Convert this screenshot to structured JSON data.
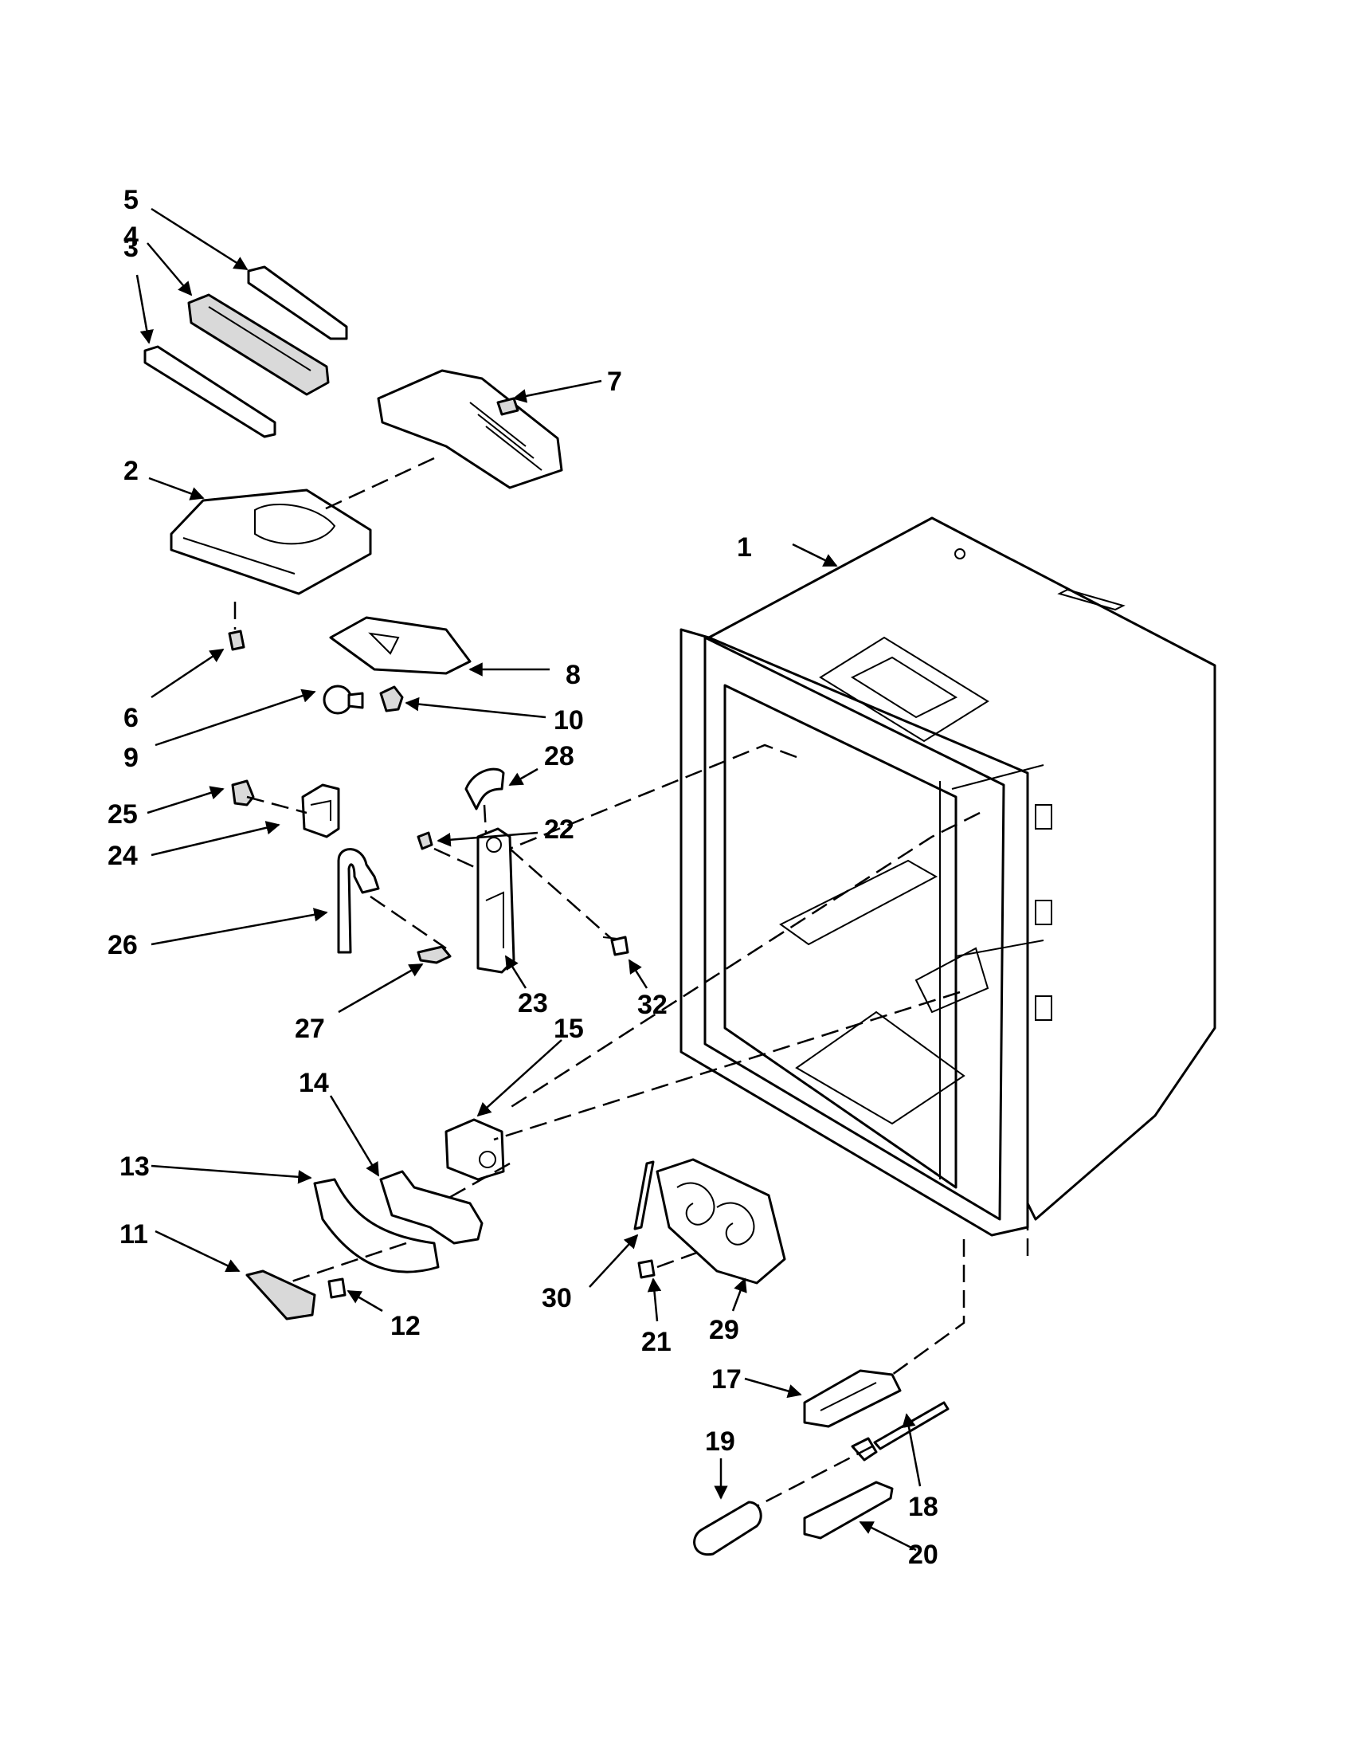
{
  "diagram": {
    "callouts": [
      "1",
      "2",
      "3",
      "4",
      "5",
      "6",
      "7",
      "8",
      "9",
      "10",
      "11",
      "12",
      "13",
      "14",
      "15",
      "17",
      "18",
      "19",
      "20",
      "21",
      "22",
      "23",
      "24",
      "25",
      "26",
      "27",
      "28",
      "29",
      "30",
      "32"
    ]
  }
}
